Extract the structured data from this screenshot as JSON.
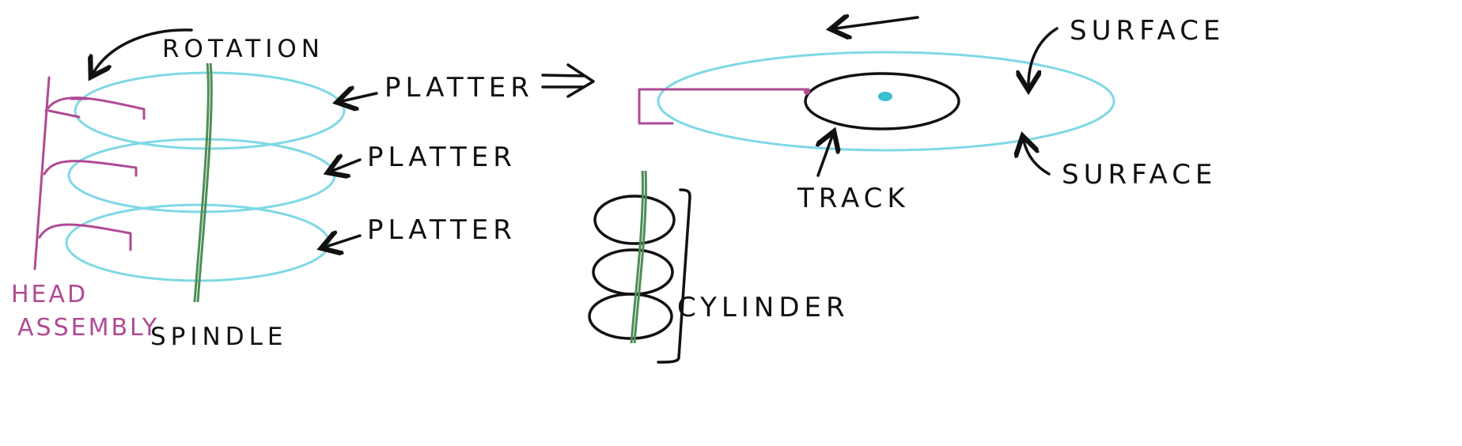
{
  "labels": {
    "rotation": "ROTATION",
    "platter_top": "PLATTER",
    "platter_middle": "PLATTER",
    "platter_bottom": "PLATTER",
    "head_assembly_line1": "HEAD",
    "head_assembly_line2": "ASSEMBLY",
    "spindle": "SPINDLE",
    "surface_top": "SURFACE",
    "surface_bottom": "SURFACE",
    "track": "TRACK",
    "cylinder": "CYLINDER"
  },
  "colors": {
    "platter": "#7fd8e6",
    "head_assembly": "#b04a93",
    "spindle": "#4f8d57",
    "ink": "#111111",
    "track_dot": "#3bbfcf"
  }
}
